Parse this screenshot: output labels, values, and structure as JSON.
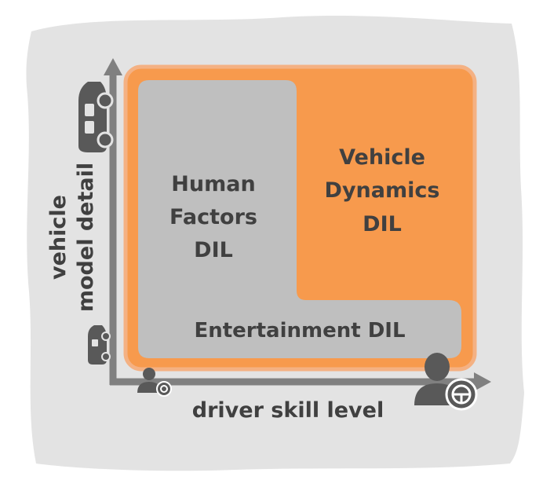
{
  "regions": {
    "vehicle_dynamics": {
      "line1": "Vehicle",
      "line2": "Dynamics",
      "line3": "DIL"
    },
    "human_factors": {
      "line1": "Human",
      "line2": "Factors",
      "line3": "DIL"
    },
    "entertainment": {
      "label": "Entertainment DIL"
    }
  },
  "axes": {
    "y_label_line1": "vehicle",
    "y_label_line2": "model detail",
    "x_label": "driver skill level"
  },
  "icons": {
    "y_top": "large-car-icon",
    "y_bottom": "small-car-icon",
    "x_left": "small-driver-icon",
    "x_right": "large-driver-icon"
  },
  "colors": {
    "orange": "#f79a4d",
    "orange_border": "#f4b183",
    "gray_region": "#bfbfbf",
    "axis": "#808080",
    "text": "#404040",
    "backdrop": "#e3e3e3"
  }
}
